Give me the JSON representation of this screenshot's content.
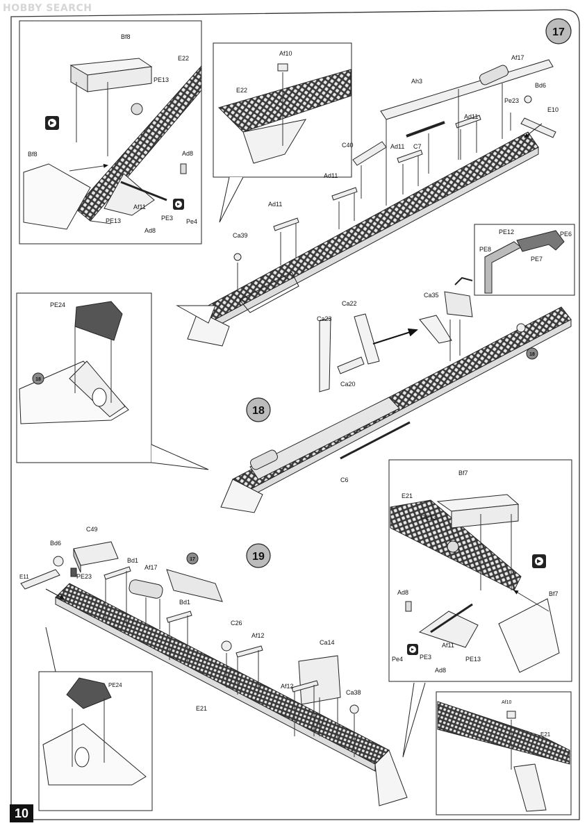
{
  "watermark": "HOBBY SEARCH",
  "page_number": "10",
  "steps": {
    "s17": "17",
    "s18": "18",
    "s19": "19"
  },
  "labels": {
    "bf8_a": "Bf8",
    "e22_a": "E22",
    "pe13_a": "PE13",
    "bf8_b": "Bf8",
    "ad8_a": "Ad8",
    "af11_a": "Af11",
    "pe13_b": "PE13",
    "pe3_a": "PE3",
    "pe4_a": "Pe4",
    "ad8_b": "Ad8",
    "af10_a": "Af10",
    "e22_b": "E22",
    "ah3": "Ah3",
    "af17_a": "Af17",
    "bd6_a": "Bd6",
    "pe23_a": "Pe23",
    "e10": "E10",
    "ad11_a": "Ad11",
    "ad11_b": "Ad11",
    "c7": "C7",
    "c40": "C40",
    "ad11_c": "Ad11",
    "ad11_d": "Ad11",
    "ca39": "Ca39",
    "pe12": "PE12",
    "pe6": "PE6",
    "pe8": "PE8",
    "pe7": "PE7",
    "pe24_a": "PE24",
    "ref18_a": "18",
    "ca22": "Ca22",
    "ca23": "Ca23",
    "ca35": "Ca35",
    "ca20": "Ca20",
    "ref18_b": "18",
    "c6": "C6",
    "bf7_a": "Bf7",
    "e21_a": "E21",
    "pe13_c": "PE13",
    "ad8_c": "Ad8",
    "bf7_b": "Bf7",
    "af11_b": "Af11",
    "pe4_b": "Pe4",
    "pe3_b": "PE3",
    "pe13_d": "PE13",
    "ad8_d": "Ad8",
    "bd6_b": "Bd6",
    "c49": "C49",
    "e11": "E11",
    "pe23_b": "PE23",
    "bd1_a": "Bd1",
    "af17_b": "Af17",
    "ref17": "17",
    "bd1_b": "Bd1",
    "c26": "C26",
    "af12_a": "Af12",
    "ca14": "Ca14",
    "af12_b": "Af12",
    "ca38": "Ca38",
    "e21_b": "E21",
    "pe24_b": "PE24",
    "af10_b": "Af10",
    "e21_c": "E21"
  },
  "icons": [
    "flip-over-icon",
    "flip-over-icon",
    "flip-over-icon"
  ]
}
